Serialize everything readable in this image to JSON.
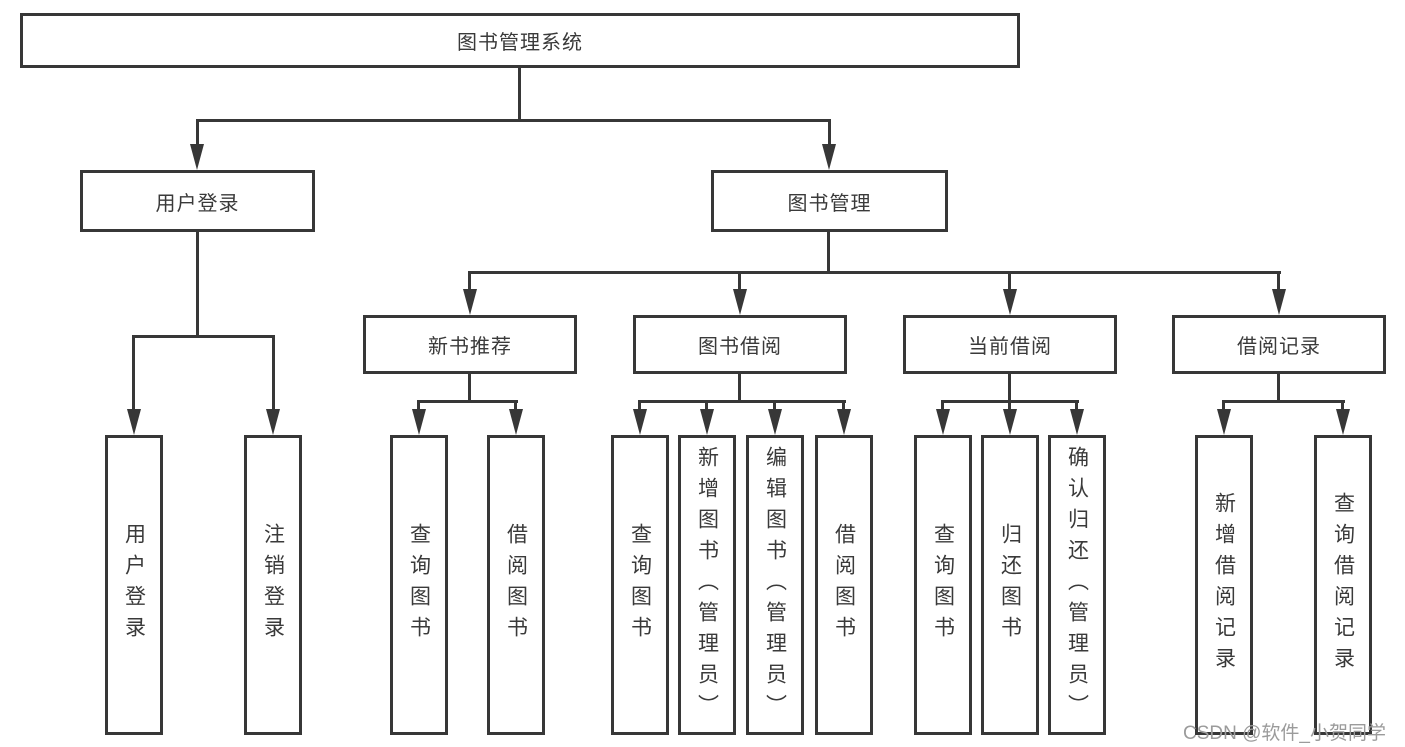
{
  "colors": {
    "line": "#373737",
    "node_border": "#373737",
    "text": "#3a3a3a",
    "watermark": "#9b9b9b",
    "background": "#ffffff"
  },
  "tree": {
    "root": {
      "label": "图书管理系统"
    },
    "children": [
      {
        "label": "用户登录",
        "children": [
          {
            "label": "用户登录"
          },
          {
            "label": "注销登录"
          }
        ]
      },
      {
        "label": "图书管理",
        "children": [
          {
            "label": "新书推荐",
            "children": [
              {
                "label": "查询图书"
              },
              {
                "label": "借阅图书"
              }
            ]
          },
          {
            "label": "图书借阅",
            "children": [
              {
                "label": "查询图书"
              },
              {
                "label": "新增图书（管理员）"
              },
              {
                "label": "编辑图书（管理员）"
              },
              {
                "label": "借阅图书"
              }
            ]
          },
          {
            "label": "当前借阅",
            "children": [
              {
                "label": "查询图书"
              },
              {
                "label": "归还图书"
              },
              {
                "label": "确认归还（管理员）"
              }
            ]
          },
          {
            "label": "借阅记录",
            "children": [
              {
                "label": "新增借阅记录"
              },
              {
                "label": "查询借阅记录"
              }
            ]
          }
        ]
      }
    ]
  },
  "watermark": {
    "text": "CSDN @软件_小贺同学"
  }
}
